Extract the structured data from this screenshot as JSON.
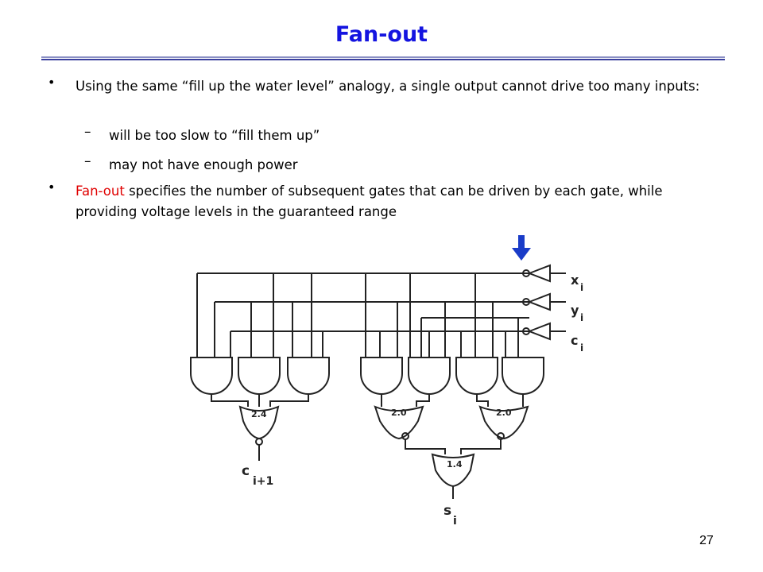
{
  "slide": {
    "title": "Fan-out",
    "page_number": "27"
  },
  "bullets": [
    {
      "text": "Using the same “fill up the water level” analogy, a single output cannot drive too many inputs:",
      "sub": [
        "will be too slow to “fill them up”",
        "may not have enough power"
      ]
    },
    {
      "highlight": "Fan-out",
      "text": " specifies the number of subsequent gates that can be driven by each gate, while providing voltage levels in the guaranteed range"
    }
  ],
  "diagram": {
    "inputs": [
      "x",
      "y",
      "c"
    ],
    "input_subscript": "i",
    "gate_labels": [
      "2.4",
      "2.0",
      "2.0",
      "1.4"
    ],
    "outputs": [
      {
        "main": "c",
        "sub": "i+1"
      },
      {
        "main": "s",
        "sub": "i"
      }
    ],
    "arrow_color": "#1a3cc8"
  }
}
